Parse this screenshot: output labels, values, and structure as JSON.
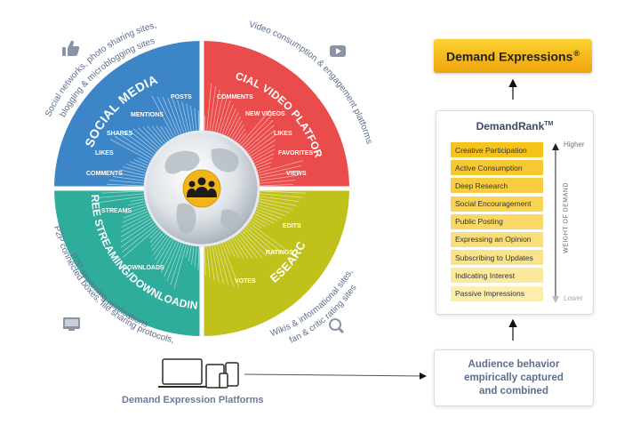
{
  "quadrants": {
    "social_media": {
      "title": "SOCIAL MEDIA",
      "items": [
        "POSTS",
        "MENTIONS",
        "SHARES",
        "LIKES",
        "COMMENTS"
      ],
      "caption": [
        "Social networks, photo sharing sites,",
        "blogging & microblogging sites"
      ],
      "color": "#3c86c8"
    },
    "social_video": {
      "title": "SOCIAL VIDEO PLATFORMS",
      "items": [
        "COMMENTS",
        "NEW VIDEOS",
        "LIKES",
        "FAVORITES",
        "VIEWS"
      ],
      "caption": [
        "Video consumption & engagement platforms"
      ],
      "color": "#ea4b4b"
    },
    "free_streaming": {
      "title": "FREE STREAMING/DOWNLOADING",
      "items": [
        "STREAMS",
        "DOWNLOADS"
      ],
      "caption": [
        "P2P connected boxes, file sharing protocols,",
        "P2P streaming applications"
      ],
      "color": "#2eac9c"
    },
    "research": {
      "title": "RESEARCH",
      "items": [
        "EDITS",
        "RATINGS",
        "VOTES"
      ],
      "caption": [
        "Wikis & informational sites,",
        "fan & critic rating sites"
      ],
      "color": "#c0c21b"
    }
  },
  "platforms_label": "Demand Expression Platforms",
  "demand_expressions": {
    "title": "Demand Expressions",
    "mark": "®"
  },
  "demandrank": {
    "title": "DemandRank",
    "mark": "TM",
    "items": [
      "Creative Participation",
      "Active Consumption",
      "Deep Research",
      "Social Encouragement",
      "Public Posting",
      "Expressing an Opinion",
      "Subscribing to Updates",
      "Indicating Interest",
      "Passive Impressions"
    ],
    "higher": "Higher",
    "lower": "Lower",
    "axis_label": "WEIGHT OF DEMAND",
    "item_color_top": "#f6c21c",
    "item_color_bottom": "#fdeeb0"
  },
  "audience": {
    "lines": [
      "Audience behavior",
      "empirically captured",
      "and combined"
    ]
  },
  "icons": [
    "thumbs-up-icon",
    "play-button-icon",
    "monitor-icon",
    "magnifier-icon",
    "people-group-icon",
    "devices-icon",
    "globe-icon"
  ]
}
